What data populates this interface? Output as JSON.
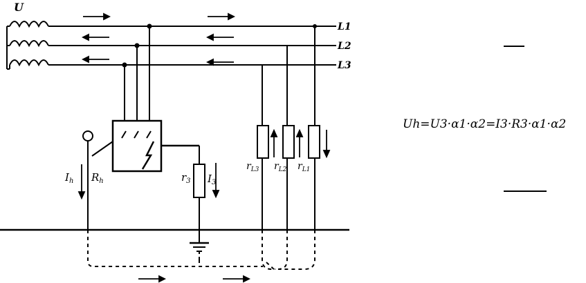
{
  "labels": {
    "source": "U",
    "line1": "L1",
    "line2": "L2",
    "line3": "L3",
    "current_human": "I",
    "current_human_sub": "h",
    "resistance_human": "R",
    "resistance_human_sub": "h",
    "ground_r": "r",
    "ground_r_sub": "3",
    "ground_i": "I",
    "ground_i_sub": "3",
    "rl3": "r",
    "rl3_sub": "L3",
    "rl2": "r",
    "rl2_sub": "L2",
    "rl1": "r",
    "rl1_sub": "L1"
  },
  "formula": {
    "text": "Uh=U3·α1·α2=I3·R3·α1·α2"
  },
  "colors": {
    "line": "#000000",
    "background": "#ffffff"
  }
}
